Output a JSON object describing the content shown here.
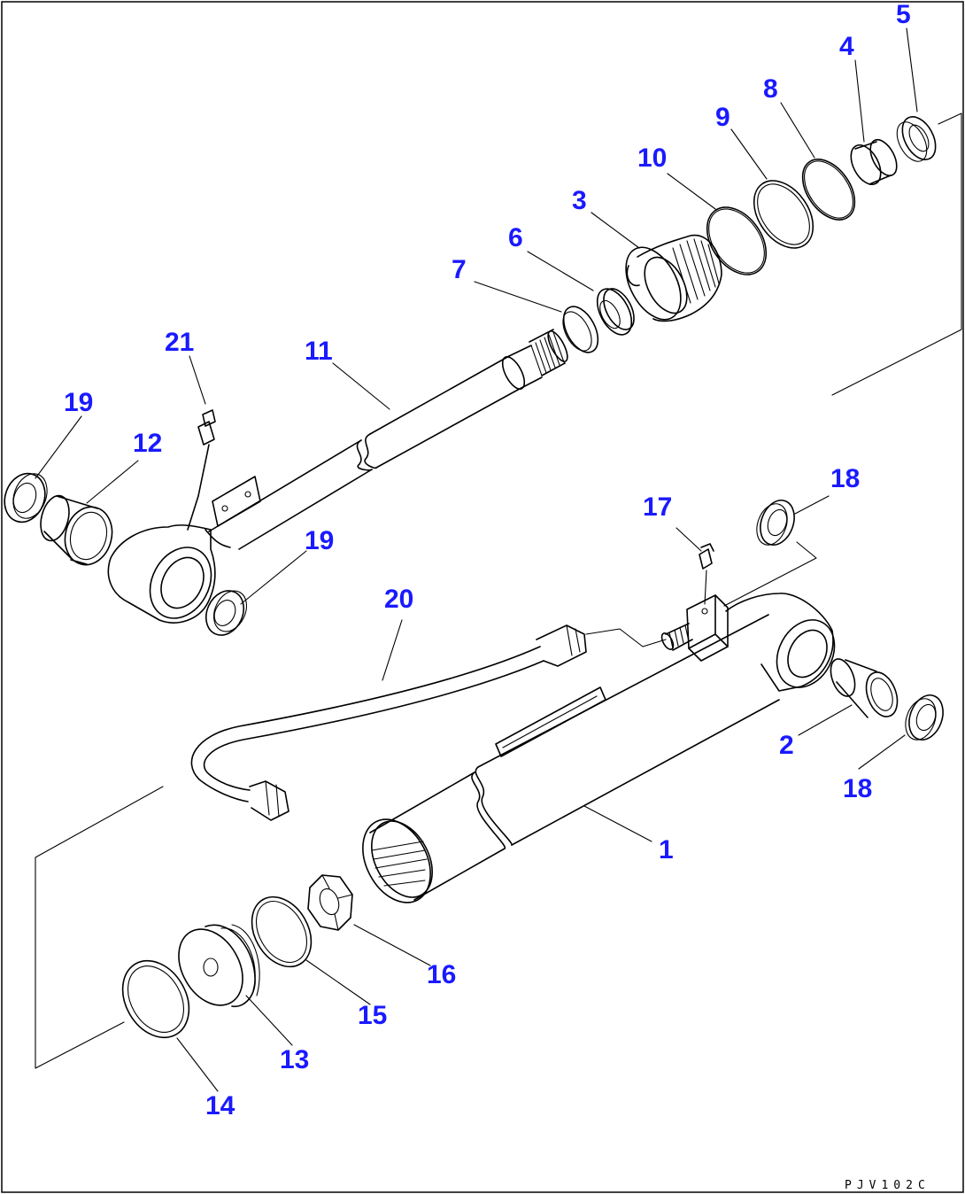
{
  "drawing_code": "PJV102C",
  "callouts": [
    "1",
    "2",
    "3",
    "4",
    "5",
    "6",
    "7",
    "8",
    "9",
    "10",
    "11",
    "12",
    "13",
    "14",
    "15",
    "16",
    "17",
    "18",
    "18",
    "19",
    "19",
    "20",
    "21"
  ]
}
